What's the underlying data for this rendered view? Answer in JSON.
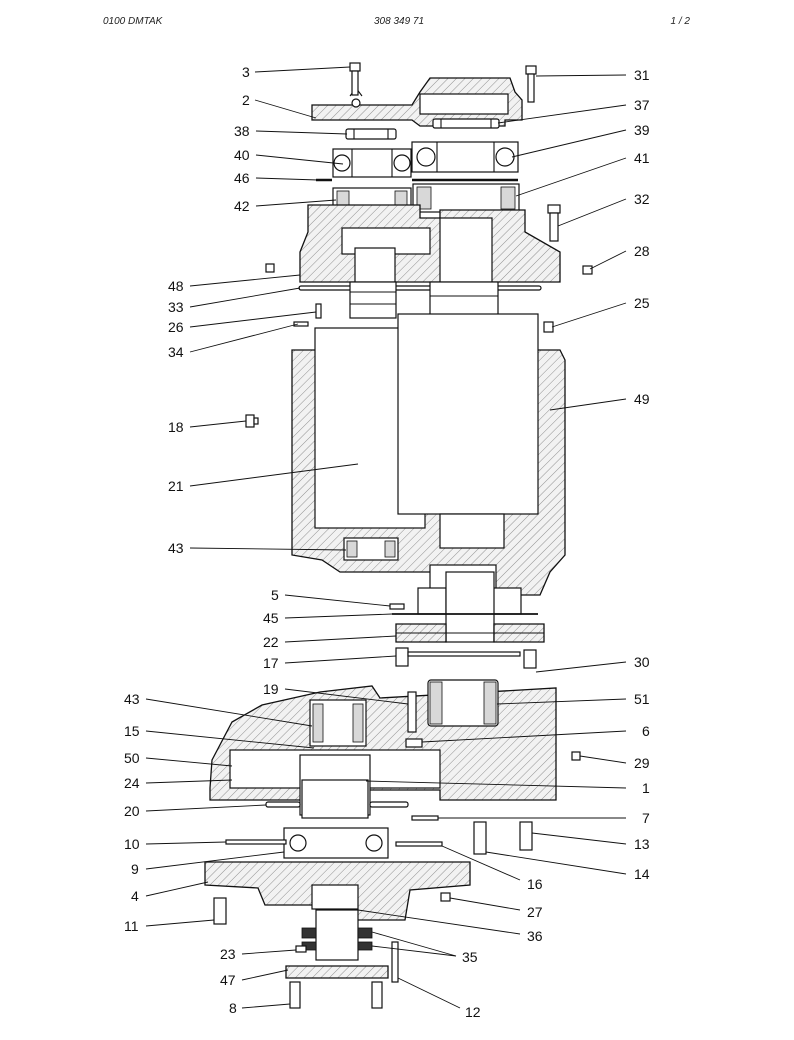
{
  "header": {
    "left": "0100   DMTAK",
    "center": "308 349 71",
    "right": "1 / 2"
  },
  "callouts": [
    {
      "id": "3"
    },
    {
      "id": "2"
    },
    {
      "id": "38"
    },
    {
      "id": "40"
    },
    {
      "id": "46"
    },
    {
      "id": "42"
    },
    {
      "id": "48"
    },
    {
      "id": "33"
    },
    {
      "id": "26"
    },
    {
      "id": "34"
    },
    {
      "id": "18"
    },
    {
      "id": "21"
    },
    {
      "id": "43"
    },
    {
      "id": "5"
    },
    {
      "id": "45"
    },
    {
      "id": "22"
    },
    {
      "id": "17"
    },
    {
      "id": "19"
    },
    {
      "id": "43"
    },
    {
      "id": "15"
    },
    {
      "id": "50"
    },
    {
      "id": "24"
    },
    {
      "id": "20"
    },
    {
      "id": "10"
    },
    {
      "id": "9"
    },
    {
      "id": "4"
    },
    {
      "id": "11"
    },
    {
      "id": "23"
    },
    {
      "id": "47"
    },
    {
      "id": "8"
    },
    {
      "id": "31"
    },
    {
      "id": "37"
    },
    {
      "id": "39"
    },
    {
      "id": "41"
    },
    {
      "id": "32"
    },
    {
      "id": "28"
    },
    {
      "id": "25"
    },
    {
      "id": "49"
    },
    {
      "id": "30"
    },
    {
      "id": "51"
    },
    {
      "id": "6"
    },
    {
      "id": "29"
    },
    {
      "id": "1"
    },
    {
      "id": "7"
    },
    {
      "id": "13"
    },
    {
      "id": "16"
    },
    {
      "id": "14"
    },
    {
      "id": "27"
    },
    {
      "id": "36"
    },
    {
      "id": "35"
    },
    {
      "id": "12"
    }
  ]
}
